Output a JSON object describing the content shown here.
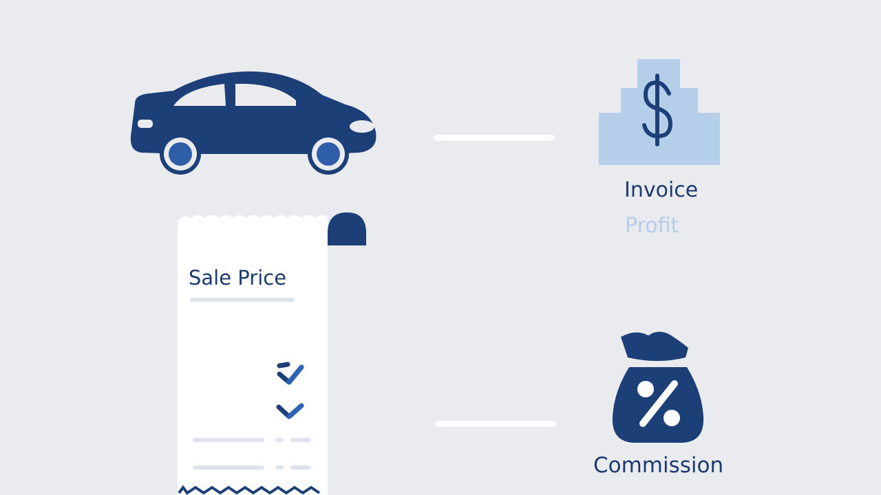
{
  "receipt": {
    "title": "Sale Price"
  },
  "invoice_node": {
    "label": "Invoice",
    "sublabel": "Profit"
  },
  "commission_node": {
    "label": "Commission"
  },
  "icons": {
    "car": "car-icon",
    "money_stack": "dollar-stack-icon",
    "money_bag": "percent-money-bag-icon",
    "checkmark": "checkmark-icon"
  },
  "colors": {
    "background": "#e9ebef",
    "navy": "#1c3f77",
    "light_blue": "#b5cfeb",
    "text_navy": "#1d3a6e",
    "text_light": "#b6cdea",
    "accent_blue": "#2f63b5"
  }
}
